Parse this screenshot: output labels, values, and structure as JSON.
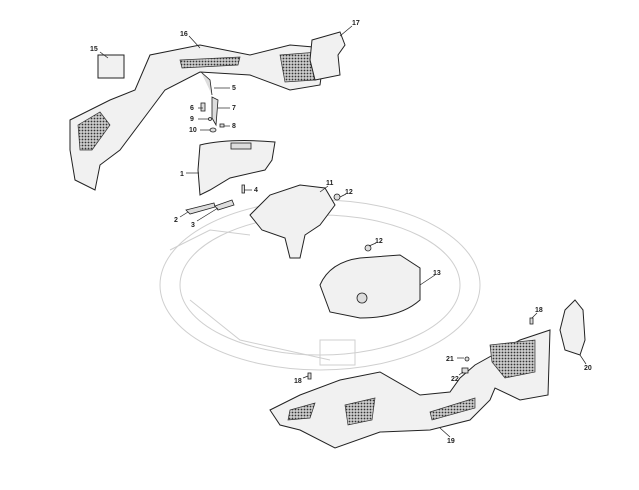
{
  "diagram": {
    "callouts": {
      "c15": "15",
      "c16": "16",
      "c17": "17",
      "c5": "5",
      "c6": "6",
      "c7": "7",
      "c9": "9",
      "c8": "8",
      "c10": "10",
      "c1": "1",
      "c4": "4",
      "c2": "2",
      "c3": "3",
      "c11": "11",
      "c12a": "12",
      "c12b": "12",
      "c13": "13",
      "c18a": "18",
      "c18b": "18",
      "c19": "19",
      "c20": "20",
      "c21": "21",
      "c22": "22"
    }
  }
}
